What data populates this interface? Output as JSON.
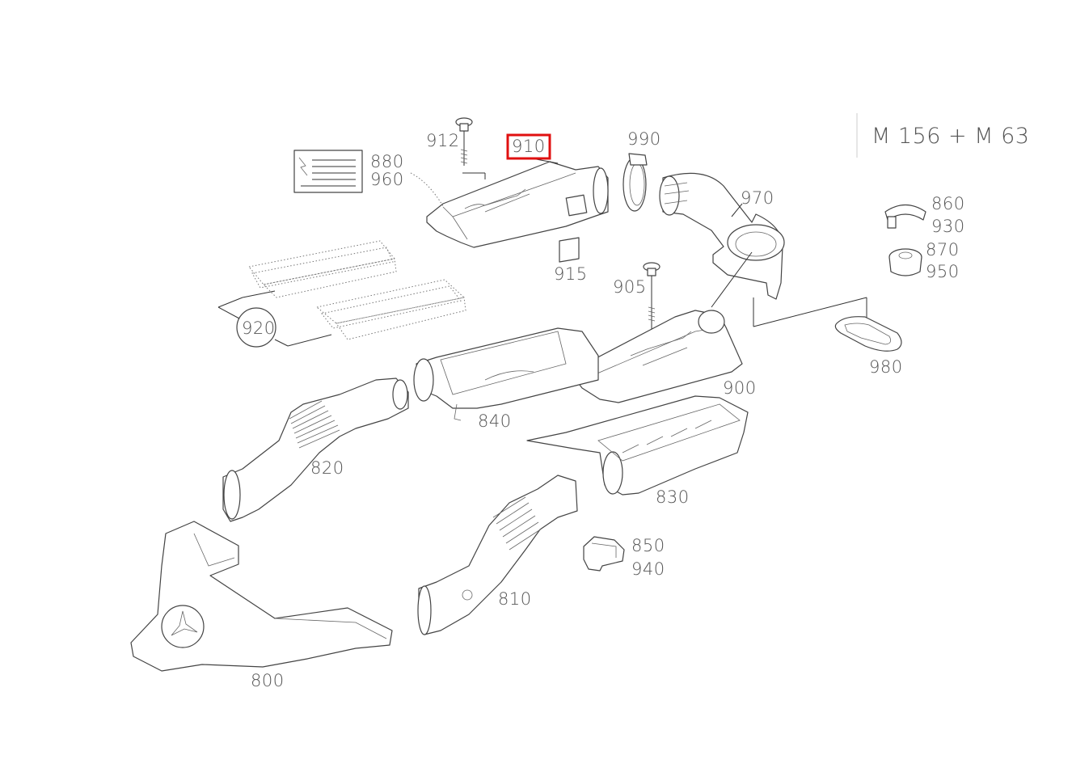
{
  "diagram": {
    "model_label": "M 156 + M 63",
    "highlight_color": "#e01010",
    "line_color": "#444444",
    "callouts": {
      "c912": "912",
      "c910": "910",
      "c990": "990",
      "c880": "880",
      "c960": "960",
      "c970": "970",
      "c860": "860",
      "c930": "930",
      "c870": "870",
      "c950": "950",
      "c915": "915",
      "c905": "905",
      "c920": "920",
      "c980": "980",
      "c900": "900",
      "c840": "840",
      "c820": "820",
      "c830": "830",
      "c850": "850",
      "c940": "940",
      "c810": "810",
      "c800": "800"
    },
    "selected_callout": "910"
  }
}
